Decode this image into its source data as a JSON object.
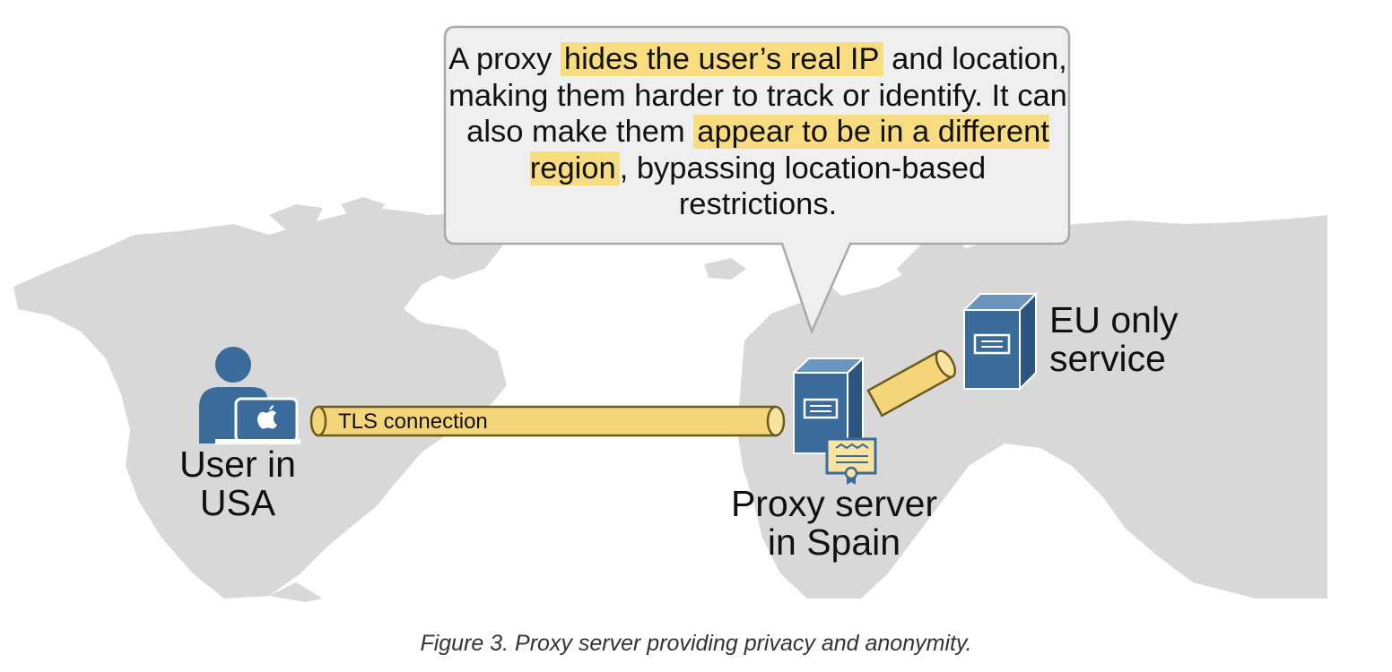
{
  "bubble": {
    "part1": "A proxy ",
    "highlight1": "hides the user’s real IP",
    "part2": " and location, making them harder to track or identify. It can also make them ",
    "highlight2": "appear to be in a different region",
    "part3": ", bypassing location-based restrictions."
  },
  "nodes": {
    "user": {
      "line1": "User in",
      "line2": "USA"
    },
    "proxy": {
      "line1": "Proxy server",
      "line2": "in Spain"
    },
    "service": {
      "line1": "EU only",
      "line2": "service"
    }
  },
  "tunnel": {
    "label": "TLS connection"
  },
  "caption": "Figure 3. Proxy server providing privacy and anonymity.",
  "colors": {
    "map": "#d8d8d8",
    "accent_blue": "#3a6b9a",
    "tunnel_yellow": "#f5d57a",
    "tunnel_outline": "#6b5a1e",
    "highlight": "#f7dd7f",
    "bubble_fill": "#efefef",
    "bubble_border": "#a9a9a9"
  },
  "icons": [
    "world-map",
    "user-laptop-icon",
    "apple-logo-icon",
    "server-icon",
    "certificate-icon"
  ]
}
